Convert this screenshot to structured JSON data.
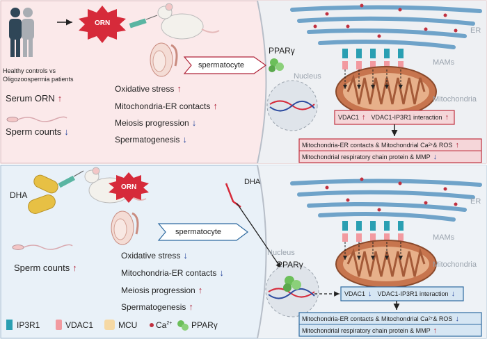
{
  "top": {
    "cohort_label": "Healthy controls vs\nOligozoospermia patients",
    "toxin": "ORN",
    "serum": "Serum ORN",
    "sperm_counts": "Sperm counts",
    "cell": "spermatocyte",
    "effects": [
      "Oxidative stress",
      "Mitochondria-ER contacts",
      "Meiosis progression",
      "Spermatogenesis"
    ],
    "effect_dirs": [
      "up",
      "up",
      "down",
      "down"
    ],
    "pparg": "PPARγ",
    "nucleus": "Nucleus",
    "er": "ER",
    "mams": "MAMs",
    "mito": "Mitochondria",
    "vdac_box": [
      "VDAC1",
      "VDAC1-IP3R1 interaction"
    ],
    "outcome_line1": "Mitochondria-ER contacts & Mitochondrial Ca",
    "outcome_line1_end": " & ROS",
    "outcome_line2": "Mitochondrial respiratory chain protein & MMP"
  },
  "bottom": {
    "treatment": "DHA",
    "toxin": "ORN",
    "sperm_counts": "Sperm counts",
    "cell": "spermatocyte",
    "effects": [
      "Oxidative stress",
      "Mitochondria-ER contacts",
      "Meiosis progression",
      "Spermatogenesis"
    ],
    "effect_dirs": [
      "down",
      "down",
      "up",
      "up"
    ],
    "dha": "DHA",
    "nucleus": "Nucleus",
    "pparg": "PPARγ",
    "er": "ER",
    "mams": "MAMs",
    "mito": "Mitochondria",
    "vdac_box": [
      "VDAC1",
      "VDAC1-IP3R1 interaction"
    ],
    "outcome_line1": "Mitochondria-ER contacts & Mitochondrial Ca",
    "outcome_line1_end": " & ROS",
    "outcome_line2": "Mitochondrial respiratory chain protein & MMP"
  },
  "legend": {
    "items": [
      "IP3R1",
      "VDAC1",
      "MCU",
      "Ca",
      "PPARγ"
    ],
    "ca_sup": "2+"
  },
  "superscript": "2+",
  "colors": {
    "top_bg": "#fbe9ea",
    "bottom_bg": "#e9f1f8",
    "up_arrow": "#b0253a",
    "down_arrow": "#2b4a9e",
    "top_border": "#c0303f",
    "bottom_border": "#2e6aa0",
    "er": "#6fa3c9",
    "mito": "#c7754e",
    "ca": "#c0303f",
    "pparg": "#6cbf5a"
  }
}
